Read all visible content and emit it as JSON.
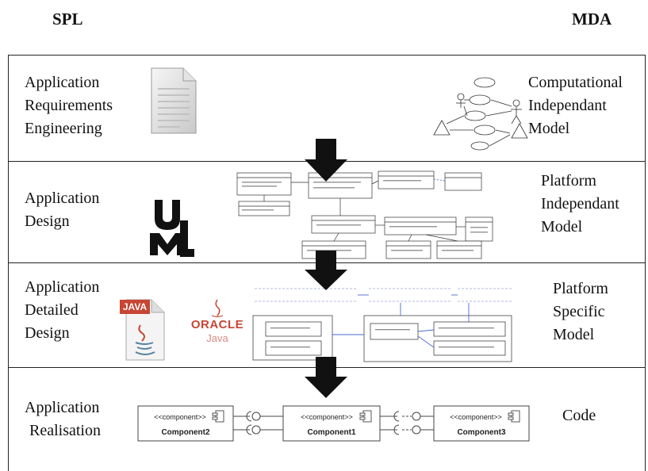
{
  "headers": {
    "left": "SPL",
    "right": "MDA"
  },
  "stages": [
    {
      "spl_lines": [
        "Application",
        "Requirements",
        "Engineering"
      ],
      "mda_lines": [
        "Computational",
        "Independant",
        "Model"
      ],
      "icons": [
        "document-icon",
        "use-case-diagram"
      ]
    },
    {
      "spl_lines": [
        "Application",
        "Design"
      ],
      "mda_lines": [
        "Platform",
        "Independant",
        "Model"
      ],
      "icons": [
        "uml-logo-icon",
        "class-diagram"
      ]
    },
    {
      "spl_lines": [
        "Application",
        "Detailed",
        "Design"
      ],
      "mda_lines": [
        "Platform",
        "Specific",
        "Model"
      ],
      "icons": [
        "java-file-icon",
        "oracle-java-logo",
        "platform-specific-diagram"
      ],
      "java_label": "JAVA",
      "oracle_label": "ORACLE",
      "java_sub": "Java"
    },
    {
      "spl_lines": [
        "Application",
        "Realisation"
      ],
      "mda_lines": [
        "Code"
      ],
      "icons": [
        "component-diagram"
      ],
      "components": [
        {
          "stereotype": "<<component>>",
          "name": "Component2"
        },
        {
          "stereotype": "<<component>>",
          "name": "Component1"
        },
        {
          "stereotype": "<<component>>",
          "name": "Component3"
        }
      ]
    }
  ],
  "arrow_count": 3,
  "colors": {
    "border": "#222222",
    "arrow": "#111111",
    "java_red": "#c74634",
    "diagram_blue": "#4a6ad0"
  }
}
